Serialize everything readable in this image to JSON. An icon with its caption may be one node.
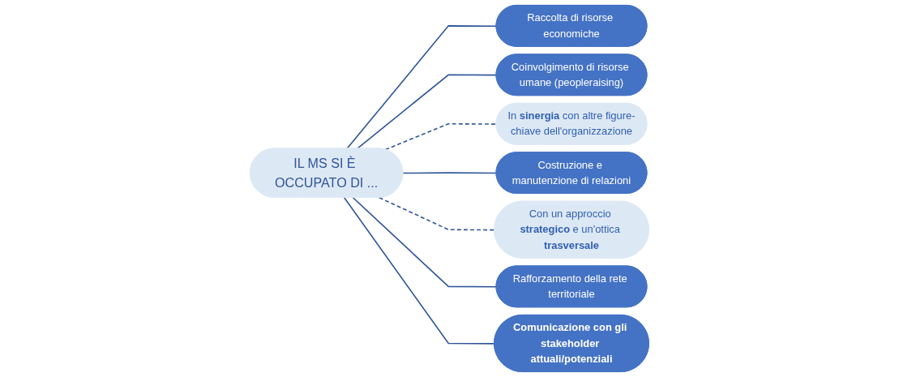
{
  "diagram": {
    "nodes": [
      {
        "text": [
          "IL MS SI È OCCUPATO DI ..."
        ]
      },
      {
        "text": [
          "Raccolta di risorse economiche"
        ]
      },
      {
        "text": [
          "Coinvolgimento di risorse umane (peopleraising)"
        ]
      },
      {
        "text": [
          "In **sinergia** con altre figure-chiave dell'organizzazione"
        ]
      },
      {
        "text": [
          "Costruzione e manutenzione di relazioni"
        ]
      },
      {
        "text": [
          "Con un approccio **strategico** e un'ottica **trasversale**"
        ]
      },
      {
        "text": [
          "Rafforzamento della rete territoriale"
        ]
      },
      {
        "text": [
          "Comunicazione con gli stakeholder attuali/potenziali"
        ]
      }
    ],
    "edges": [
      {
        "from": 0,
        "to": 1,
        "arrow": "none"
      },
      {
        "from": 0,
        "to": 2,
        "arrow": "none"
      },
      {
        "from": 0,
        "to": 3,
        "arrow": "none",
        "style": "dashed"
      },
      {
        "from": 0,
        "to": 4,
        "arrow": "none"
      },
      {
        "from": 0,
        "to": 5,
        "arrow": "none",
        "style": "dashed"
      },
      {
        "from": 0,
        "to": 6,
        "arrow": "none"
      },
      {
        "from": 0,
        "to": 7,
        "arrow": "none"
      }
    ]
  }
}
